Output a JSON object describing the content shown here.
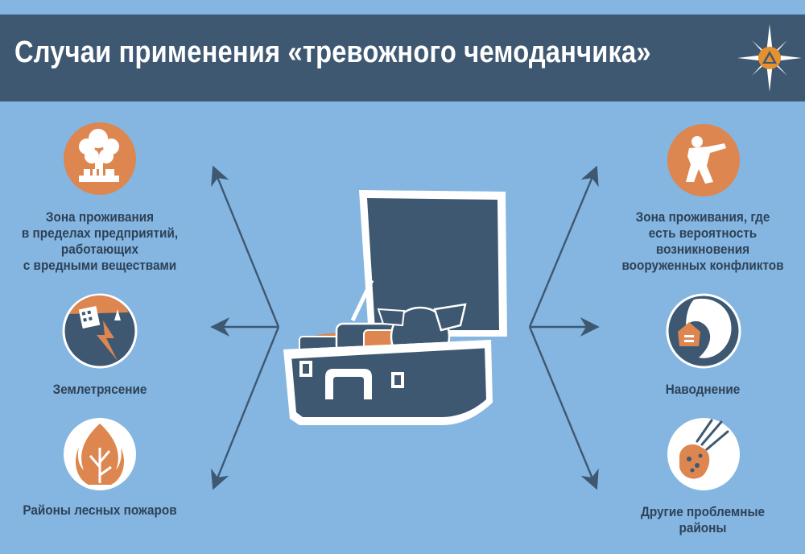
{
  "header": {
    "title": "Случаи применения «тревожного чемоданчика»",
    "emblem_icon": "emercom-star-emblem-icon"
  },
  "colors": {
    "background": "#84b6e1",
    "header_bg": "#3e5872",
    "dark": "#3e5872",
    "accent": "#dd8650",
    "text": "#2e4257",
    "white": "#ffffff"
  },
  "center": {
    "icon": "emergency-suitcase-icon"
  },
  "left_items": [
    {
      "icon": "chemical-explosion-icon",
      "lines": [
        "Зона проживания",
        "в пределах предприятий,",
        "работающих",
        "с вредными веществами"
      ]
    },
    {
      "icon": "earthquake-icon",
      "lines": [
        "Землетрясение"
      ]
    },
    {
      "icon": "forest-fire-icon",
      "lines": [
        "Районы лесных пожаров"
      ]
    }
  ],
  "right_items": [
    {
      "icon": "armed-conflict-soldier-icon",
      "lines": [
        "Зона проживания, где",
        "есть вероятность",
        "возникновения",
        "вооруженных конфликтов"
      ]
    },
    {
      "icon": "flood-wave-icon",
      "lines": [
        "Наводнение"
      ]
    },
    {
      "icon": "meteorite-icon",
      "lines": [
        "Другие проблемные",
        "районы"
      ]
    }
  ]
}
